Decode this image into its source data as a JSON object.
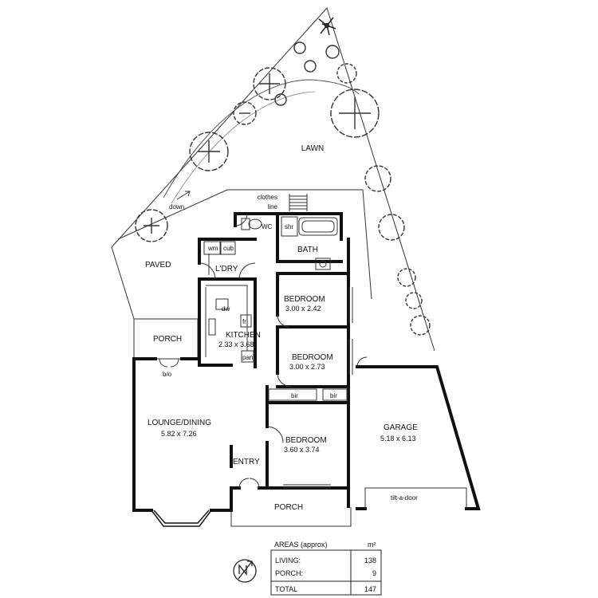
{
  "labels": {
    "lawn": "LAWN",
    "paved": "PAVED",
    "down": "down",
    "clothes_line": "clothes\nline",
    "wc": "WC",
    "shr": "shr",
    "bath": "BATH",
    "wm": "wm",
    "cub": "cub",
    "ldry": "L'DRY",
    "porch_rear": "PORCH",
    "kitchen": "KITCHEN",
    "kitchen_dim": "2.33 x 3.68",
    "dw": "dw",
    "fr": "fr",
    "pan": "pan",
    "bedroom1": "BEDROOM",
    "bedroom1_dim": "3.00 x 2.42",
    "bedroom2": "BEDROOM",
    "bedroom2_dim": "3.00 x 2.73",
    "bir1": "bir",
    "bir2": "bir",
    "bedroom3": "BEDROOM",
    "bedroom3_dim": "3.60 x 3.74",
    "lounge": "LOUNGE/DINING",
    "lounge_dim": "5.82 x 7.26",
    "entry": "ENTRY",
    "porch_front": "PORCH",
    "garage": "GARAGE",
    "garage_dim": "5.18 x 6.13",
    "tilt_door": "tilt-a-door",
    "bo": "b/o",
    "north": "N"
  },
  "areas_table": {
    "heading": "AREAS (approx)",
    "unit": "m²",
    "rows": [
      {
        "label": "LIVING:",
        "value": "138"
      },
      {
        "label": "PORCH:",
        "value": "9"
      },
      {
        "label": "TOTAL",
        "value": "147"
      }
    ]
  }
}
